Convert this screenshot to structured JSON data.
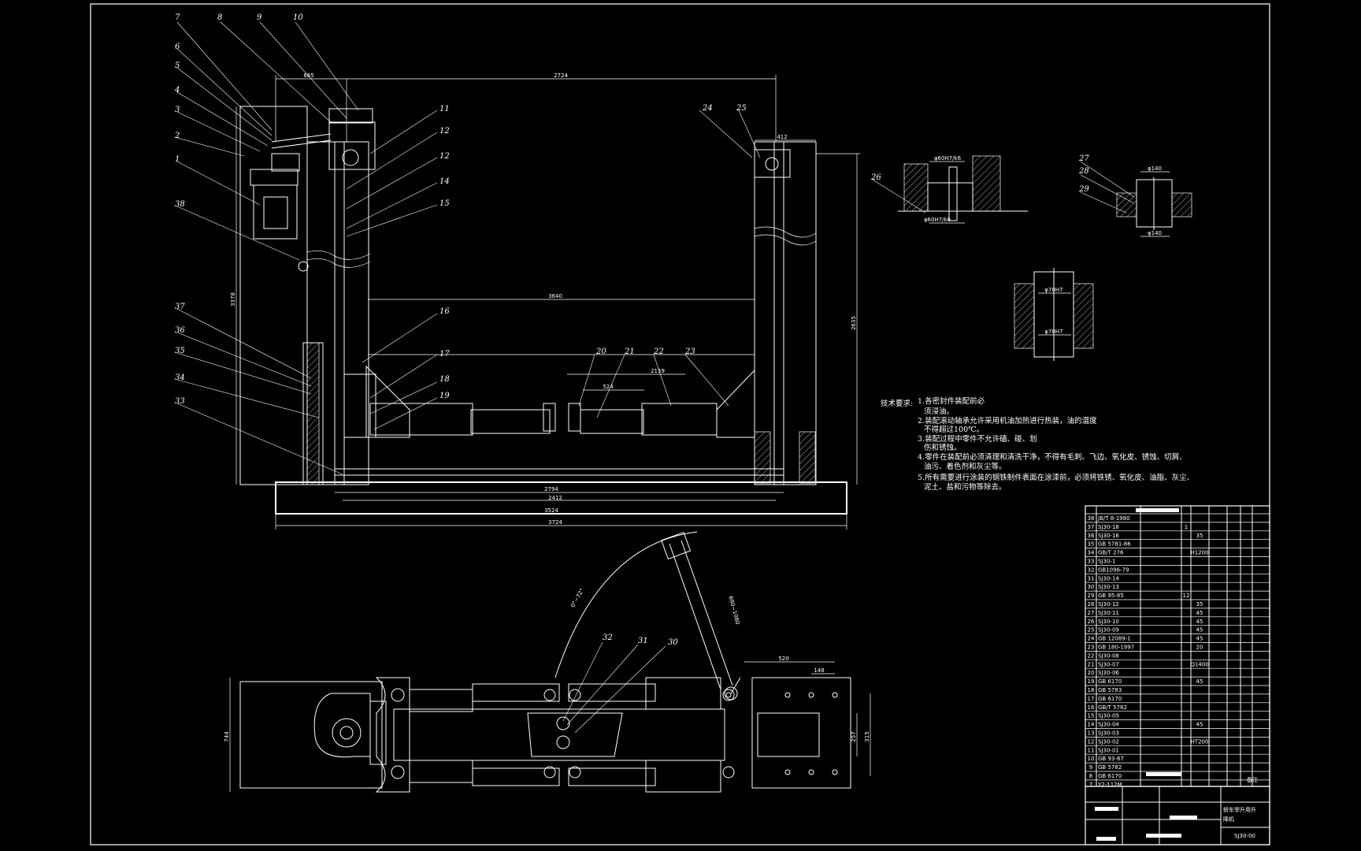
{
  "drawing": {
    "part_labels": [
      "1",
      "2",
      "3",
      "4",
      "5",
      "6",
      "7",
      "8",
      "9",
      "10",
      "11",
      "12",
      "12",
      "14",
      "15",
      "16",
      "17",
      "18",
      "19",
      "20",
      "21",
      "22",
      "23",
      "24",
      "25",
      "26",
      "27",
      "28",
      "29",
      "30",
      "31",
      "32",
      "33",
      "34",
      "35",
      "36",
      "37",
      "38"
    ],
    "dimensions": {
      "top_width": "2724",
      "top_left": "685",
      "col_top": "412",
      "mid_width": "3640",
      "tall_height": "3378",
      "right_height": "2635",
      "rail_width": "2794",
      "base_inner": "2412",
      "base_mid": "3524",
      "base_total": "3724",
      "arm_dim": "2159",
      "arm_dim2": "524",
      "angle": "0°~72°",
      "stroke": "690~1080",
      "plan_520": "520",
      "plan_148": "148",
      "plan_left": "744",
      "plan_right": "315",
      "plan_right2": "257",
      "detail_top": "φ60H7/k6",
      "detail_bottom": "φ60H7/k6",
      "detail2_top": "φ140",
      "detail2_bottom": "φ140",
      "detail3_top": "φ70H7",
      "detail3_bottom": "φ70H7"
    },
    "notes": {
      "heading": "技术要求:",
      "lines": [
        "1.各密封件装配前必",
        "须浸油。",
        "2.装配滚动轴承允许采用机油加热进行热装，油的温度",
        "不得超过100℃。",
        "3.装配过程中零件不允许磕、碰、划",
        "伤和锈蚀。",
        "4.零件在装配前必须清理和清洗干净，不得有毛刺、飞边、氧化皮、锈蚀、切屑、",
        "油污、着色剂和灰尘等。",
        "5.所有需要进行涂装的钢铁制件表面在涂漆前，必须将铁锈、氧化皮、油脂、灰尘、",
        "泥土、盐和污物等除去。"
      ]
    },
    "bom_rows": [
      {
        "no": "38",
        "code": "JB/T 8-1980",
        "qty": "",
        "mat": ""
      },
      {
        "no": "37",
        "code": "SJ30-18",
        "qty": "1",
        "mat": ""
      },
      {
        "no": "36",
        "code": "SJ30-16",
        "qty": "",
        "mat": "35"
      },
      {
        "no": "35",
        "code": "GB 5781-86",
        "qty": "",
        "mat": ""
      },
      {
        "no": "34",
        "code": "GB/T 276",
        "qty": "",
        "mat": "H1200"
      },
      {
        "no": "33",
        "code": "SJ30-1",
        "qty": "",
        "mat": ""
      },
      {
        "no": "32",
        "code": "GB1096-79",
        "qty": "",
        "mat": ""
      },
      {
        "no": "31",
        "code": "SJ30-14",
        "qty": "",
        "mat": ""
      },
      {
        "no": "30",
        "code": "SJ30-13",
        "qty": "",
        "mat": ""
      },
      {
        "no": "29",
        "code": "GB 95-85",
        "qty": "12",
        "mat": ""
      },
      {
        "no": "28",
        "code": "SJ30-12",
        "qty": "",
        "mat": "35"
      },
      {
        "no": "27",
        "code": "SJ30-11",
        "qty": "",
        "mat": "45"
      },
      {
        "no": "26",
        "code": "SJ30-10",
        "qty": "",
        "mat": "45"
      },
      {
        "no": "25",
        "code": "SJ30-09",
        "qty": "",
        "mat": "45"
      },
      {
        "no": "24",
        "code": "GB 12089-1",
        "qty": "",
        "mat": "45"
      },
      {
        "no": "23",
        "code": "GB 180-1997",
        "qty": "",
        "mat": "20"
      },
      {
        "no": "22",
        "code": "SJ30-08",
        "qty": "",
        "mat": ""
      },
      {
        "no": "21",
        "code": "SJ30-07",
        "qty": "",
        "mat": "Q1400"
      },
      {
        "no": "20",
        "code": "SJ30-06",
        "qty": "",
        "mat": ""
      },
      {
        "no": "19",
        "code": "GB 6170",
        "qty": "",
        "mat": "45"
      },
      {
        "no": "18",
        "code": "GB 5783",
        "qty": "",
        "mat": ""
      },
      {
        "no": "17",
        "code": "GB 6170",
        "qty": "",
        "mat": ""
      },
      {
        "no": "16",
        "code": "GB/T 5782",
        "qty": "",
        "mat": ""
      },
      {
        "no": "15",
        "code": "SJ30-05",
        "qty": "",
        "mat": ""
      },
      {
        "no": "14",
        "code": "SJ30-04",
        "qty": "",
        "mat": "45"
      },
      {
        "no": "13",
        "code": "SJ30-03",
        "qty": "",
        "mat": ""
      },
      {
        "no": "12",
        "code": "SJ30-02",
        "qty": "",
        "mat": "HT200"
      },
      {
        "no": "11",
        "code": "SJ30-01",
        "qty": "",
        "mat": ""
      },
      {
        "no": "10",
        "code": "GB 93-87",
        "qty": "",
        "mat": ""
      },
      {
        "no": "9",
        "code": "GB 5782",
        "qty": "",
        "mat": ""
      },
      {
        "no": "8",
        "code": "GB 6170",
        "qty": "",
        "mat": ""
      },
      {
        "no": "7",
        "code": "Y2-112M",
        "qty": "",
        "mat": ""
      }
    ],
    "title_block": {
      "remark": "备注",
      "name_line1": "轿车举升用升",
      "name_line2": "降机",
      "drawing_no": "SJ30-00"
    }
  }
}
